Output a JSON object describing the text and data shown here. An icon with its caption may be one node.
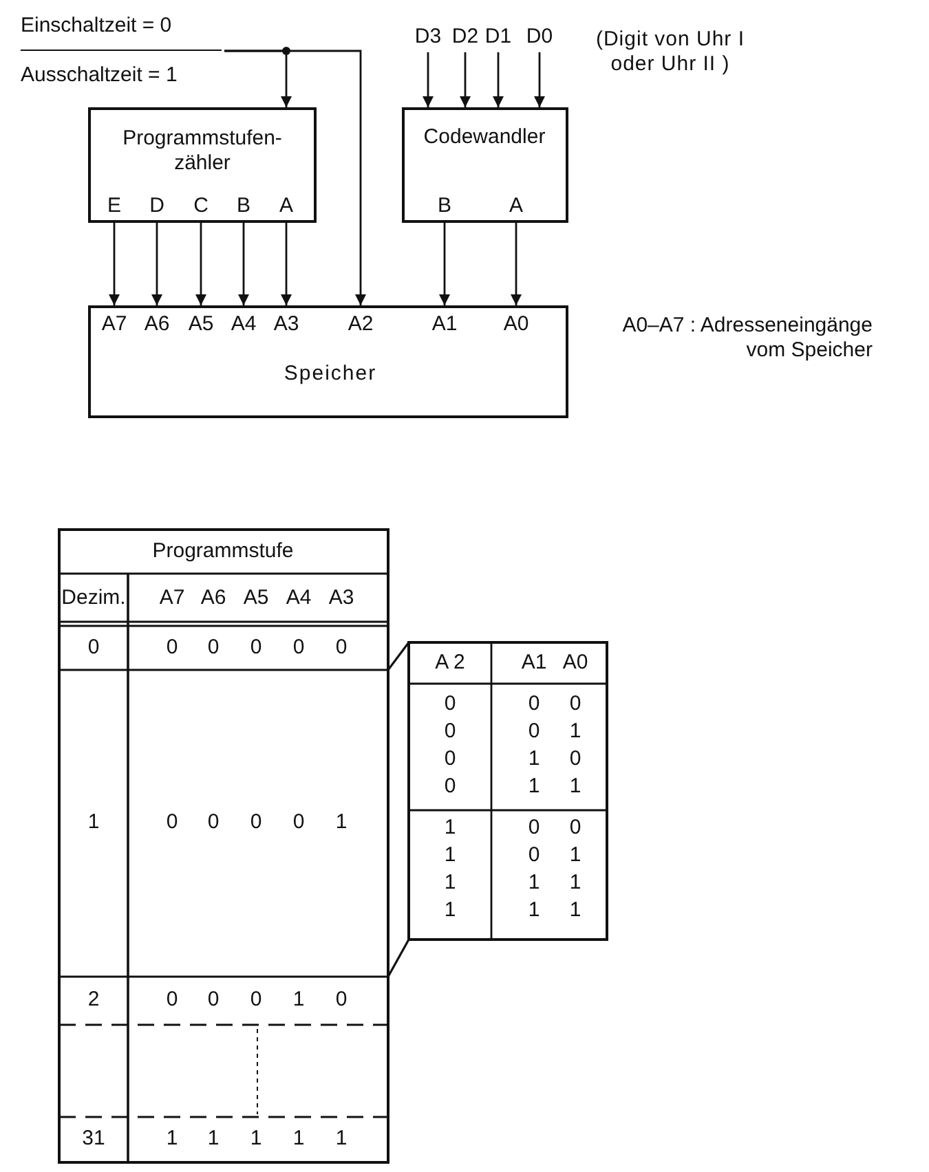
{
  "diagram": {
    "nodes": [
      {
        "text": [
          "Einschaltzeit = 0",
          "Ausschaltzeit = 1"
        ]
      },
      {
        "text": [
          "Programmstufen- zähler",
          "E",
          "D",
          "C",
          "B",
          "A"
        ]
      },
      {
        "text": [
          "Codewandler",
          "B",
          "A"
        ]
      },
      {
        "text": [
          "A7",
          "A6",
          "A5",
          "A4",
          "A3",
          "A2",
          "A1",
          "A0",
          "Speicher"
        ]
      },
      {
        "text": [
          "D3"
        ]
      },
      {
        "text": [
          "D2"
        ]
      },
      {
        "text": [
          "D1"
        ]
      },
      {
        "text": [
          "D0"
        ]
      }
    ],
    "edges": [
      {
        "from": 0,
        "to": 1,
        "arrow": "to"
      },
      {
        "from": 0,
        "to": 3,
        "arrow": "to"
      },
      {
        "from": 1,
        "to": 3,
        "arrow": "to"
      },
      {
        "from": 1,
        "to": 3,
        "arrow": "to"
      },
      {
        "from": 1,
        "to": 3,
        "arrow": "to"
      },
      {
        "from": 1,
        "to": 3,
        "arrow": "to"
      },
      {
        "from": 1,
        "to": 3,
        "arrow": "to"
      },
      {
        "from": 2,
        "to": 3,
        "arrow": "to"
      },
      {
        "from": 2,
        "to": 3,
        "arrow": "to"
      },
      {
        "from": 4,
        "to": 2,
        "arrow": "to"
      },
      {
        "from": 5,
        "to": 2,
        "arrow": "to"
      },
      {
        "from": 6,
        "to": 2,
        "arrow": "to"
      },
      {
        "from": 7,
        "to": 2,
        "arrow": "to"
      }
    ],
    "labels": [
      "(Digit von Uhr I oder Uhr II )",
      "A0–A7 : Adresseneingänge vom Speicher",
      "Programmstufe",
      "Dezim.",
      "A7",
      "A6",
      "A5",
      "A4",
      "A3",
      "0",
      "0",
      "0",
      "0",
      "0",
      "0",
      "1",
      "0",
      "0",
      "0",
      "0",
      "1",
      "2",
      "0",
      "0",
      "0",
      "1",
      "0",
      "31",
      "1",
      "1",
      "1",
      "1",
      "1",
      "A 2",
      "A1",
      "A0",
      "0",
      "0",
      "0",
      "0",
      "0",
      "1",
      "0",
      "1",
      "0",
      "0",
      "1",
      "1",
      "1",
      "0",
      "0",
      "1",
      "0",
      "1",
      "1",
      "1",
      "1",
      "1",
      "1",
      "1"
    ]
  }
}
